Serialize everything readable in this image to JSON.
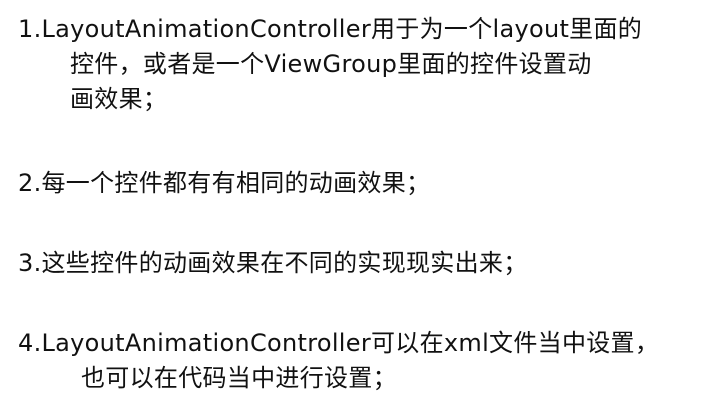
{
  "points": [
    {
      "lines": [
        "1.LayoutAnimationController用于为一个layout里面的",
        "控件，或者是一个ViewGroup里面的控件设置动",
        "画效果；"
      ]
    },
    {
      "lines": [
        "2.每一个控件都有有相同的动画效果；"
      ]
    },
    {
      "lines": [
        "3.这些控件的动画效果在不同的实现现实出来；"
      ]
    },
    {
      "lines": [
        "4.LayoutAnimationController可以在xml文件当中设置，",
        "也可以在代码当中进行设置；"
      ]
    }
  ]
}
